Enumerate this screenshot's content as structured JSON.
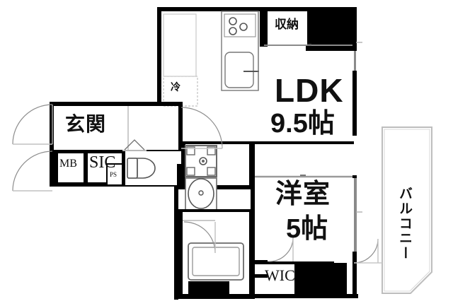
{
  "plan": {
    "type": "japanese-apartment-floor-plan",
    "rooms": {
      "ldk_name": "LDK",
      "ldk_size": "9.5帖",
      "bedroom_name": "洋室",
      "bedroom_size": "5帖",
      "entrance": "玄関",
      "sic": "SIC",
      "wic": "WIC",
      "mb": "MB",
      "ps": "PS",
      "storage": "収納",
      "fridge": "冷",
      "balcony": "バルコニー"
    },
    "colors": {
      "wall": "#000000",
      "thin_line": "#555555",
      "glass": "#9a9a9a",
      "fill_black": "#000000",
      "background": "#ffffff"
    }
  }
}
